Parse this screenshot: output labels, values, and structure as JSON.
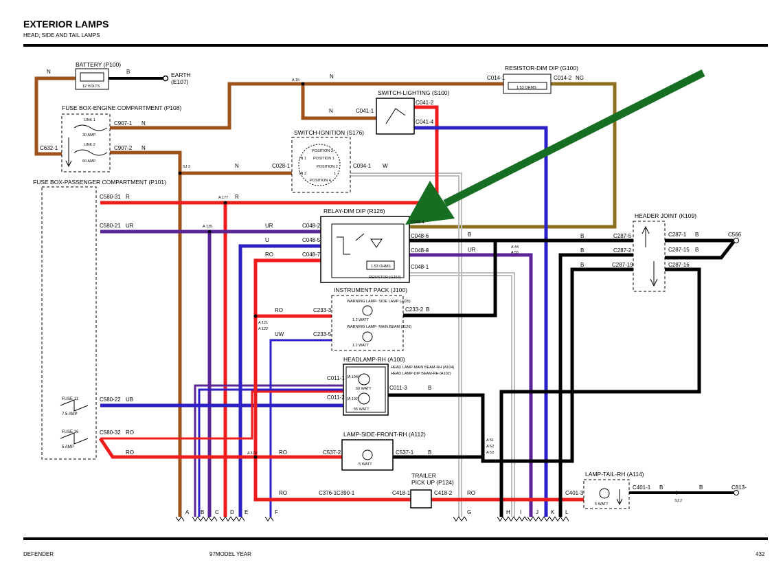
{
  "header": {
    "title": "EXTERIOR LAMPS",
    "subtitle": "HEAD, SIDE AND TAIL LAMPS"
  },
  "footer": {
    "left": "DEFENDER",
    "center": "97MODEL YEAR",
    "right": "432"
  },
  "components": {
    "battery": "BATTERY (P100)",
    "battery_volts": "12 VOLTS",
    "earth": "EARTH",
    "earth_ref": "(E107)",
    "fuse_engine": "FUSE BOX-ENGINE COMPARTMENT (P108)",
    "link1": "LINK 1",
    "link1_amp": "30 AMP",
    "link2": "LINK 2",
    "link2_amp": "60 AMP",
    "resistor_dim": "RESISTOR-DIM DIP (G100)",
    "ohms_a": "1.53 OHMS",
    "switch_lighting": "SWITCH-LIGHTING (S100)",
    "switch_ignition": "SWITCH-IGNITION (S176)",
    "ign_pos": [
      "POSITION 3",
      "POSITION 1",
      "POSITION 2",
      "POSITION 4"
    ],
    "fuse_passenger": "FUSE BOX-PASSENGER COMPARTMENT (P101)",
    "fuse11": "FUSE 11",
    "fuse11_amp": "7.5 AMP",
    "fuse16": "FUSE 16",
    "fuse16_amp": "5 AMP",
    "relay_dim": "RELAY-DIM DIP (R126)",
    "ohms_b": "1.53 OHMS",
    "resistor_g153": "RESISTOR (G153)",
    "header_joint": "HEADER JOINT (K109)",
    "instrument_pack": "INSTRUMENT PACK (J100)",
    "warn_side": "WARNING LAMP- SIDE LAMP (J125)",
    "watt_12a": "1.2 WATT",
    "warn_main": "WARNING LAMP- MAIN BEAM (J126)",
    "watt_12b": "1.2 WATT",
    "headlamp": "HEADLAMP-RH (A100)",
    "headlamp_main": "HEAD LAMP-MAIN BEAM-RH (A104)",
    "headlamp_dip": "HEAD LAMP-DIP BEAM-RH (A102)",
    "watt_60": "60 WATT",
    "watt_55": "55 WATT",
    "lamp_side": "LAMP-SIDE-FRONT-RH (A112)",
    "watt_5a": "5 WATT",
    "trailer": "TRAILER",
    "trailer_sub": "PICK UP (P124)",
    "lamp_tail": "LAMP-TAIL-RH (A114)",
    "watt_5b": "5 WATT"
  },
  "connectors": {
    "c907_1": "C907-1",
    "c907_2": "C907-2",
    "c632_1": "C632-1",
    "c014_1": "C014-1",
    "c014_2": "C014-2",
    "c041_1": "C041-1",
    "c041_2": "C041-2",
    "c041_4": "C041-4",
    "c028_1": "C028-1",
    "c094_1": "C094-1",
    "c580_31": "C580-31",
    "c580_21": "C580-21",
    "c580_22": "C580-22",
    "c580_32": "C580-32",
    "c048_2": "C048-2",
    "c048_4": "C048-4",
    "c048_5": "C048-5",
    "c048_6": "C048-6",
    "c048_7": "C048-7",
    "c048_8": "C048-8",
    "c048_1": "C048-1",
    "c287_5": "C287-5",
    "c287_1": "C287-1",
    "c287_2": "C287-2",
    "c287_15": "C287-15",
    "c287_19": "C287-19",
    "c287_16": "C287-16",
    "c566": "C566",
    "c233_3": "C233-3",
    "c233_5": "C233-5",
    "c233_2": "C233-2",
    "c011_1": "C011-1",
    "c011_2": "C011-2",
    "c011_3": "C011-3",
    "c537_2": "C537-2",
    "c537_1": "C537-1",
    "c376_1": "C376-1",
    "c390_1": "C390-1",
    "c418_1": "C418-1",
    "c418_2": "C418-2",
    "c401_3": "C401-3",
    "c401_1": "C401-1",
    "c813": "C813-"
  },
  "splices": {
    "a15": "A 15",
    "sj2": "SJ 2",
    "a177": "A 177",
    "a135": "A 135",
    "a44": "A 44",
    "a55": "A 55",
    "a121": "A 121",
    "a122": "A 122",
    "a174": "A 174",
    "a51": "A 51",
    "a52": "A 52",
    "a53": "A 53",
    "sj2b": "SJ 2",
    "m104": "(A 104)",
    "m102": "(A 102)",
    "ign_i": "IN 1",
    "ign_ii": "IN 2",
    "ign_r": "1"
  },
  "wire_codes": {
    "n1": "N",
    "b1": "B",
    "n2": "N",
    "n3": "N",
    "n4": "N",
    "ng": "NG",
    "n5": "N",
    "n6": "N",
    "w1": "W",
    "r1": "R",
    "r2": "R",
    "ur1": "UR",
    "ur2": "UR",
    "u1": "U",
    "ro1": "RO",
    "b2": "B",
    "b3": "B",
    "ur3": "UR",
    "b4": "B",
    "b5": "B",
    "b6": "B",
    "b7": "B",
    "ro2": "RO",
    "uw1": "UW",
    "b8": "B",
    "b9": "B",
    "ub1": "UB",
    "ro3": "RO",
    "ro4": "RO",
    "ro5": "RO",
    "b10": "B",
    "ro6": "RO",
    "ro7": "RO",
    "b11": "B",
    "b12": "B"
  },
  "bus_letters": [
    "A",
    "B",
    "C",
    "D",
    "E",
    "F",
    "G",
    "H",
    "I",
    "J",
    "K",
    "L"
  ],
  "colors": {
    "brown": "#a0521b",
    "red": "#ef1c1c",
    "purple": "#5c2597",
    "blue": "#2d20c9",
    "black": "#000000",
    "olive": "#8c6f1f",
    "white_wire": "#bcbcbc",
    "arrow": "#166e22"
  }
}
